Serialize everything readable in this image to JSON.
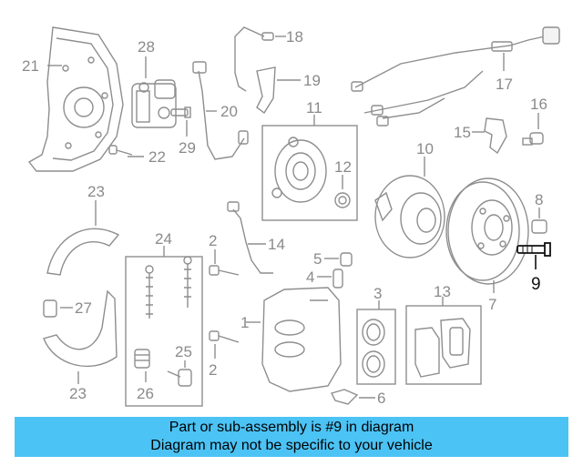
{
  "callouts": {
    "c1": "1",
    "c2a": "2",
    "c2b": "2",
    "c3": "3",
    "c4": "4",
    "c5": "5",
    "c6": "6",
    "c7": "7",
    "c8": "8",
    "c9": "9",
    "c10": "10",
    "c11": "11",
    "c12": "12",
    "c13": "13",
    "c14": "14",
    "c15": "15",
    "c16": "16",
    "c17": "17",
    "c18": "18",
    "c19": "19",
    "c20": "20",
    "c21": "21",
    "c22": "22",
    "c23a": "23",
    "c23b": "23",
    "c24": "24",
    "c25": "25",
    "c26": "26",
    "c27": "27",
    "c28": "28",
    "c29": "29"
  },
  "highlight_color": "#111111",
  "part_color": "#8e8e8e",
  "banner": {
    "line1": "Part or sub-assembly is #9 in diagram",
    "line2": "Diagram may not be specific to your vehicle",
    "color": "#4cc3f5"
  }
}
